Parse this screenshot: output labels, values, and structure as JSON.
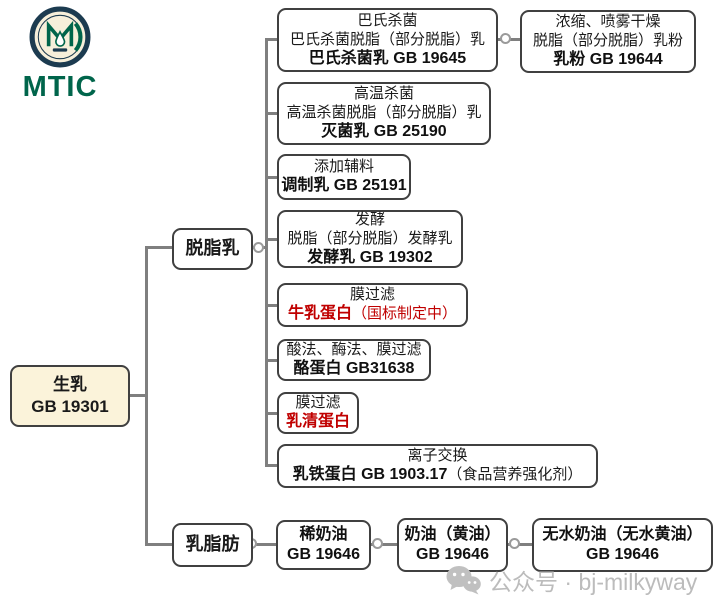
{
  "logo": {
    "text": "MTIC"
  },
  "watermark": {
    "text": "公众号 · bj-milkyway"
  },
  "colors": {
    "accent_red": "#c00000",
    "logo_green": "#00654b",
    "box_border": "#404040",
    "line_gray": "#7f7f7f",
    "raw_milk_fill": "#fbf3da"
  },
  "nodes": {
    "raw_milk": {
      "title": "生乳",
      "standard": "GB 19301"
    },
    "skim_milk": {
      "label": "脱脂乳"
    },
    "milk_fat": {
      "label": "乳脂肪"
    },
    "pasteurized_milk": {
      "process": "巴氏杀菌",
      "desc": "巴氏杀菌脱脂（部分脱脂）乳",
      "standard": "巴氏杀菌乳 GB 19645"
    },
    "milk_powder": {
      "process": "浓缩、喷雾干燥",
      "desc": "脱脂（部分脱脂）乳粉",
      "standard": "乳粉 GB 19644"
    },
    "sterilized_milk": {
      "process": "高温杀菌",
      "desc": "高温杀菌脱脂（部分脱脂）乳",
      "standard": "灭菌乳 GB 25190"
    },
    "modified_milk": {
      "process": "添加辅料",
      "standard": "调制乳 GB 25191"
    },
    "fermented_milk": {
      "process": "发酵",
      "desc": "脱脂（部分脱脂）发酵乳",
      "standard": "发酵乳 GB 19302"
    },
    "milk_protein": {
      "process": "膜过滤",
      "name": "牛乳蛋白",
      "note": "（国标制定中）"
    },
    "casein": {
      "process": "酸法、酶法、膜过滤",
      "standard": "酪蛋白 GB31638"
    },
    "whey_protein": {
      "process": "膜过滤",
      "name": "乳清蛋白"
    },
    "lactoferrin": {
      "process": "离子交换",
      "standard": "乳铁蛋白 GB 1903.17",
      "note": "（食品营养强化剂）"
    },
    "cream": {
      "title": "稀奶油",
      "standard": "GB 19646"
    },
    "butter": {
      "title": "奶油（黄油）",
      "standard": "GB 19646"
    },
    "anhydrous_butter": {
      "title": "无水奶油（无水黄油）",
      "standard": "GB 19646"
    }
  }
}
